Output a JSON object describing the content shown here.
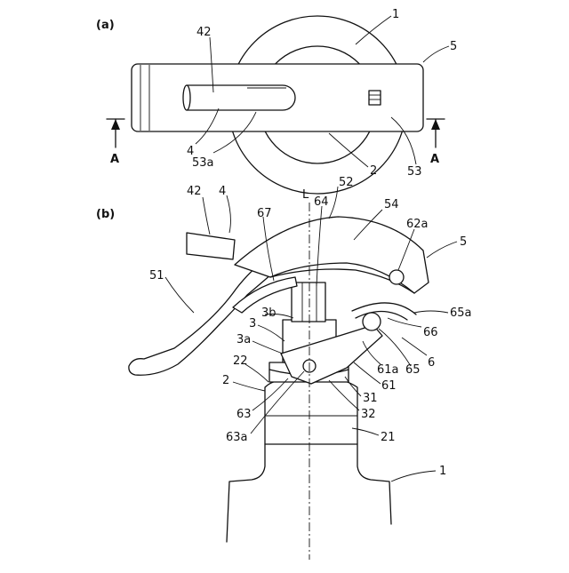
{
  "panels": {
    "a": "(a)",
    "b": "(b)"
  },
  "section_marks": {
    "left": "A",
    "right": "A"
  },
  "axis_label": "L",
  "labels_a": {
    "n1": "1",
    "n5": "5",
    "n42": "42",
    "n4": "4",
    "n53a": "53a",
    "n2": "2",
    "n53": "53"
  },
  "labels_b": {
    "n42": "42",
    "n4": "4",
    "n52": "52",
    "n54": "54",
    "n64": "64",
    "n67": "67",
    "n62a": "62a",
    "n5": "5",
    "n51": "51",
    "n3b": "3b",
    "n3": "3",
    "n3a": "3a",
    "n65a": "65a",
    "n66": "66",
    "n6": "6",
    "n65": "65",
    "n61a": "61a",
    "n22": "22",
    "n2": "2",
    "n61": "61",
    "n31": "31",
    "n32": "32",
    "n63": "63",
    "n63a": "63a",
    "n21": "21",
    "n1": "1"
  }
}
